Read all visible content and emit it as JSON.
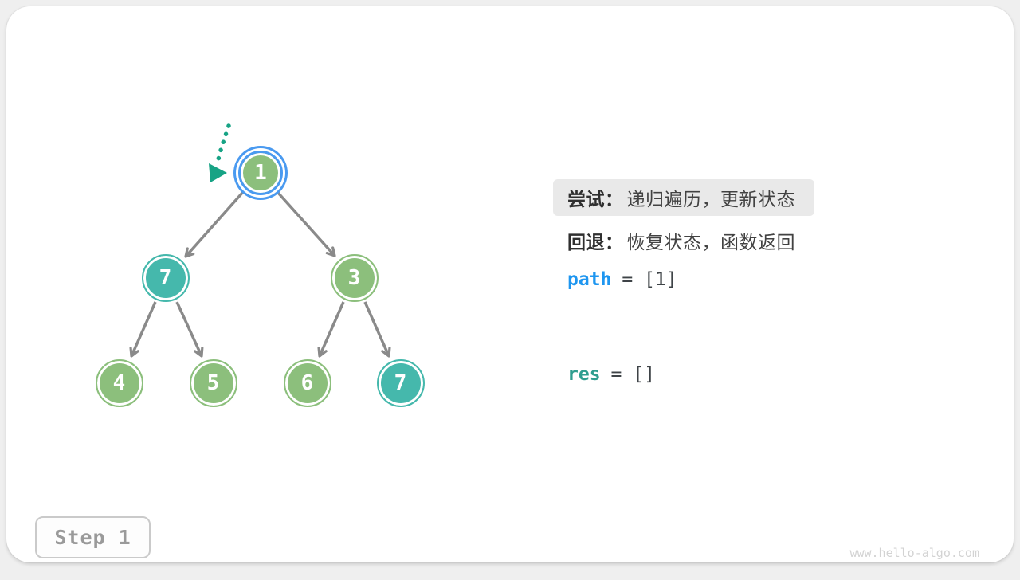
{
  "tree": {
    "nodes": [
      {
        "label": "1",
        "color": "green",
        "state": "current"
      },
      {
        "label": "7",
        "color": "teal",
        "state": "normal"
      },
      {
        "label": "3",
        "color": "green",
        "state": "normal"
      },
      {
        "label": "4",
        "color": "green",
        "state": "normal"
      },
      {
        "label": "5",
        "color": "green",
        "state": "normal"
      },
      {
        "label": "6",
        "color": "green",
        "state": "normal"
      },
      {
        "label": "7",
        "color": "teal",
        "state": "normal"
      }
    ],
    "edges": [
      [
        0,
        1
      ],
      [
        0,
        2
      ],
      [
        1,
        3
      ],
      [
        1,
        4
      ],
      [
        2,
        5
      ],
      [
        2,
        6
      ]
    ]
  },
  "legend": {
    "try": {
      "label": "尝试：",
      "text": "递归遍历，更新状态",
      "highlighted": true
    },
    "back": {
      "label": "回退：",
      "text": "恢复状态，函数返回",
      "highlighted": false
    }
  },
  "variables": {
    "path": {
      "name": "path",
      "value": "= [1]"
    },
    "res": {
      "name": "res",
      "value": "= []"
    }
  },
  "step": {
    "label": "Step 1"
  },
  "watermark": "www.hello-algo.com",
  "colors": {
    "node_green": "#8CBF7C",
    "node_teal": "#45B8AC",
    "current_ring_blue": "#4A9AF0",
    "edge_gray": "#8A8A8A",
    "pointer_teal": "#17A385",
    "path_blue": "#1E96F0",
    "res_teal": "#2F9E8F",
    "highlight_bg": "#E9E9E9"
  }
}
